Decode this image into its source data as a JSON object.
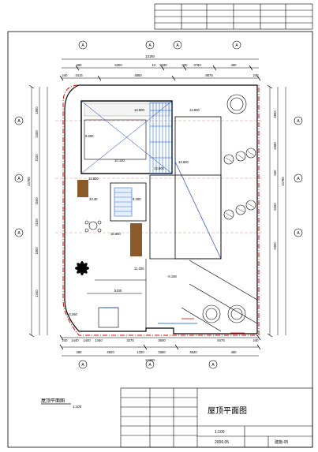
{
  "drawing": {
    "overall_width_top": "13180",
    "overall_width_bottom": "13180",
    "overall_height_left": "14780",
    "overall_height_right": "14780",
    "top_dims": [
      "480",
      "6300",
      "10",
      "2180",
      "300",
      "3760",
      "480"
    ],
    "second_dims": [
      "240",
      "4415",
      "4860",
      "8875",
      "240"
    ],
    "bottom_dims_1": [
      "240",
      "1440",
      "1440",
      "1440",
      "3275",
      "3600",
      "8475",
      "240"
    ],
    "bottom_dims_2": [
      "480",
      "4920",
      "1320",
      "3360",
      "4920",
      "480"
    ],
    "left_dims": [
      "1800",
      "2400",
      "2100",
      "1500",
      "2100",
      "1800",
      "1440"
    ],
    "right_dims": [
      "4800",
      "4380",
      "600",
      "5400",
      "2300"
    ],
    "axis_label": "A",
    "levels": {
      "upper_roof": "13.800",
      "upper_roof_2": "13.800",
      "mid_roof": "9.600",
      "mid_roof_2": "10.100",
      "small_roof": "13.600",
      "room_level": "13.600",
      "stair_top": "13.600",
      "pool_deck": "20.40",
      "stair_level": "8.300",
      "terrace": "16.950",
      "slab_1": "11.200",
      "ground": "-0.150",
      "ground_2": "-0.250",
      "entry_width": "5100"
    }
  },
  "plan_title": "屋顶平面图",
  "plan_scale": "1:100",
  "title_block": {
    "drawing_name": "屋顶平面图",
    "scale": "1:100",
    "date": "2006.05",
    "sheet_no": "建施-05"
  }
}
